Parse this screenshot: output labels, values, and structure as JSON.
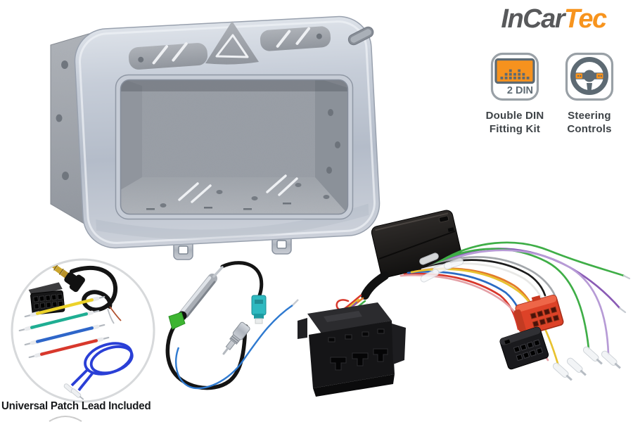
{
  "brand": {
    "part1": "InCar",
    "part2": "Tec",
    "part1_color": "#58595B",
    "part2_color": "#F7941E"
  },
  "features": {
    "din": {
      "icon": "2din-radio-icon",
      "badge": "2 DIN",
      "line1": "Double DIN",
      "line2": "Fitting Kit"
    },
    "steering": {
      "icon": "steering-wheel-icon",
      "line1": "Steering",
      "line2": "Controls"
    }
  },
  "caption": {
    "patch_lead": "Universal Patch Lead Included"
  },
  "palette": {
    "background": "#FFFFFF",
    "accent_orange": "#F6921E",
    "icon_grey": "#5D6A73",
    "label_grey": "#3E4347",
    "fascia_silver": "#C4CBD6",
    "cage_metal": "#A0A5AC",
    "iso_red": "#DD4228",
    "fakra_teal": "#2FB9C0",
    "patch_wire_colors": [
      "#ECD22A",
      "#1FAE93",
      "#2E66C9",
      "#D8382C",
      "#2A3FD6"
    ],
    "loom_wire_colors": [
      "#3FAE47",
      "#8A5BB5",
      "#B79BD6",
      "#A3A7AB",
      "#E8C22F",
      "#2B6BC4",
      "#D8382C",
      "#1C1C1C",
      "#E2792A",
      "#E8E8E6"
    ]
  }
}
